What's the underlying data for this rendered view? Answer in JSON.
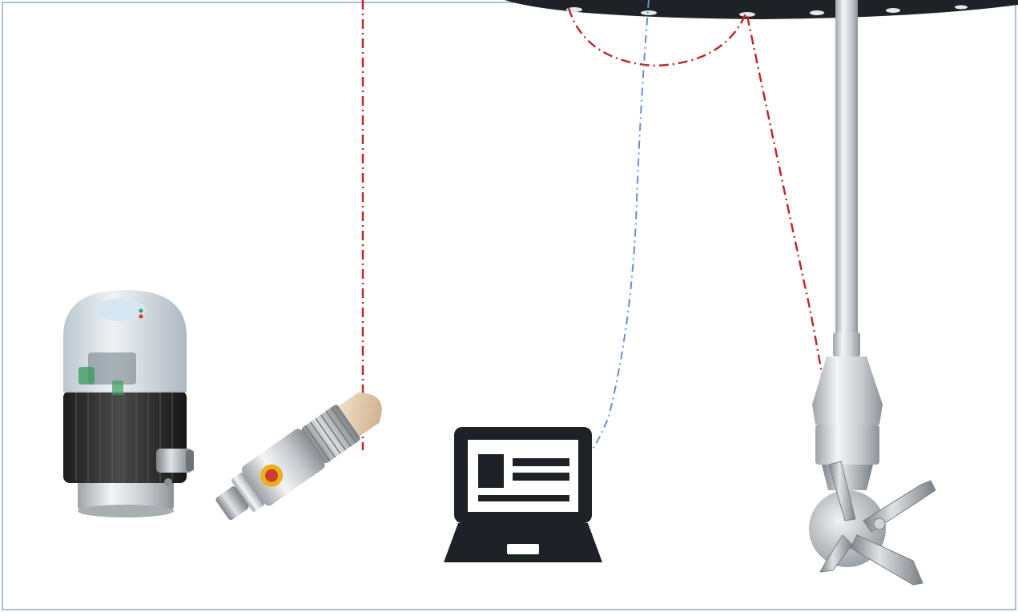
{
  "diagram": {
    "frame_color": "#8ea9c8",
    "lines": [
      {
        "id": "sensor-link",
        "color": "#c0282d",
        "style": "dash-dot"
      },
      {
        "id": "laptop-link",
        "color": "#6a8fc9",
        "style": "dash-dot"
      },
      {
        "id": "arc-link",
        "color": "#c0282d",
        "style": "dash-dot"
      },
      {
        "id": "tank-cleaner-link",
        "color": "#c0282d",
        "style": "dash-dot"
      }
    ],
    "devices": [
      {
        "id": "valve-controller",
        "icon": "valve-controller-icon"
      },
      {
        "id": "pressure-sensor",
        "icon": "pressure-sensor-icon"
      },
      {
        "id": "laptop",
        "icon": "laptop-icon"
      },
      {
        "id": "tank-cleaning-head",
        "icon": "tank-cleaning-head-icon"
      }
    ],
    "tank_lid": {
      "color": "#1e2226"
    }
  }
}
